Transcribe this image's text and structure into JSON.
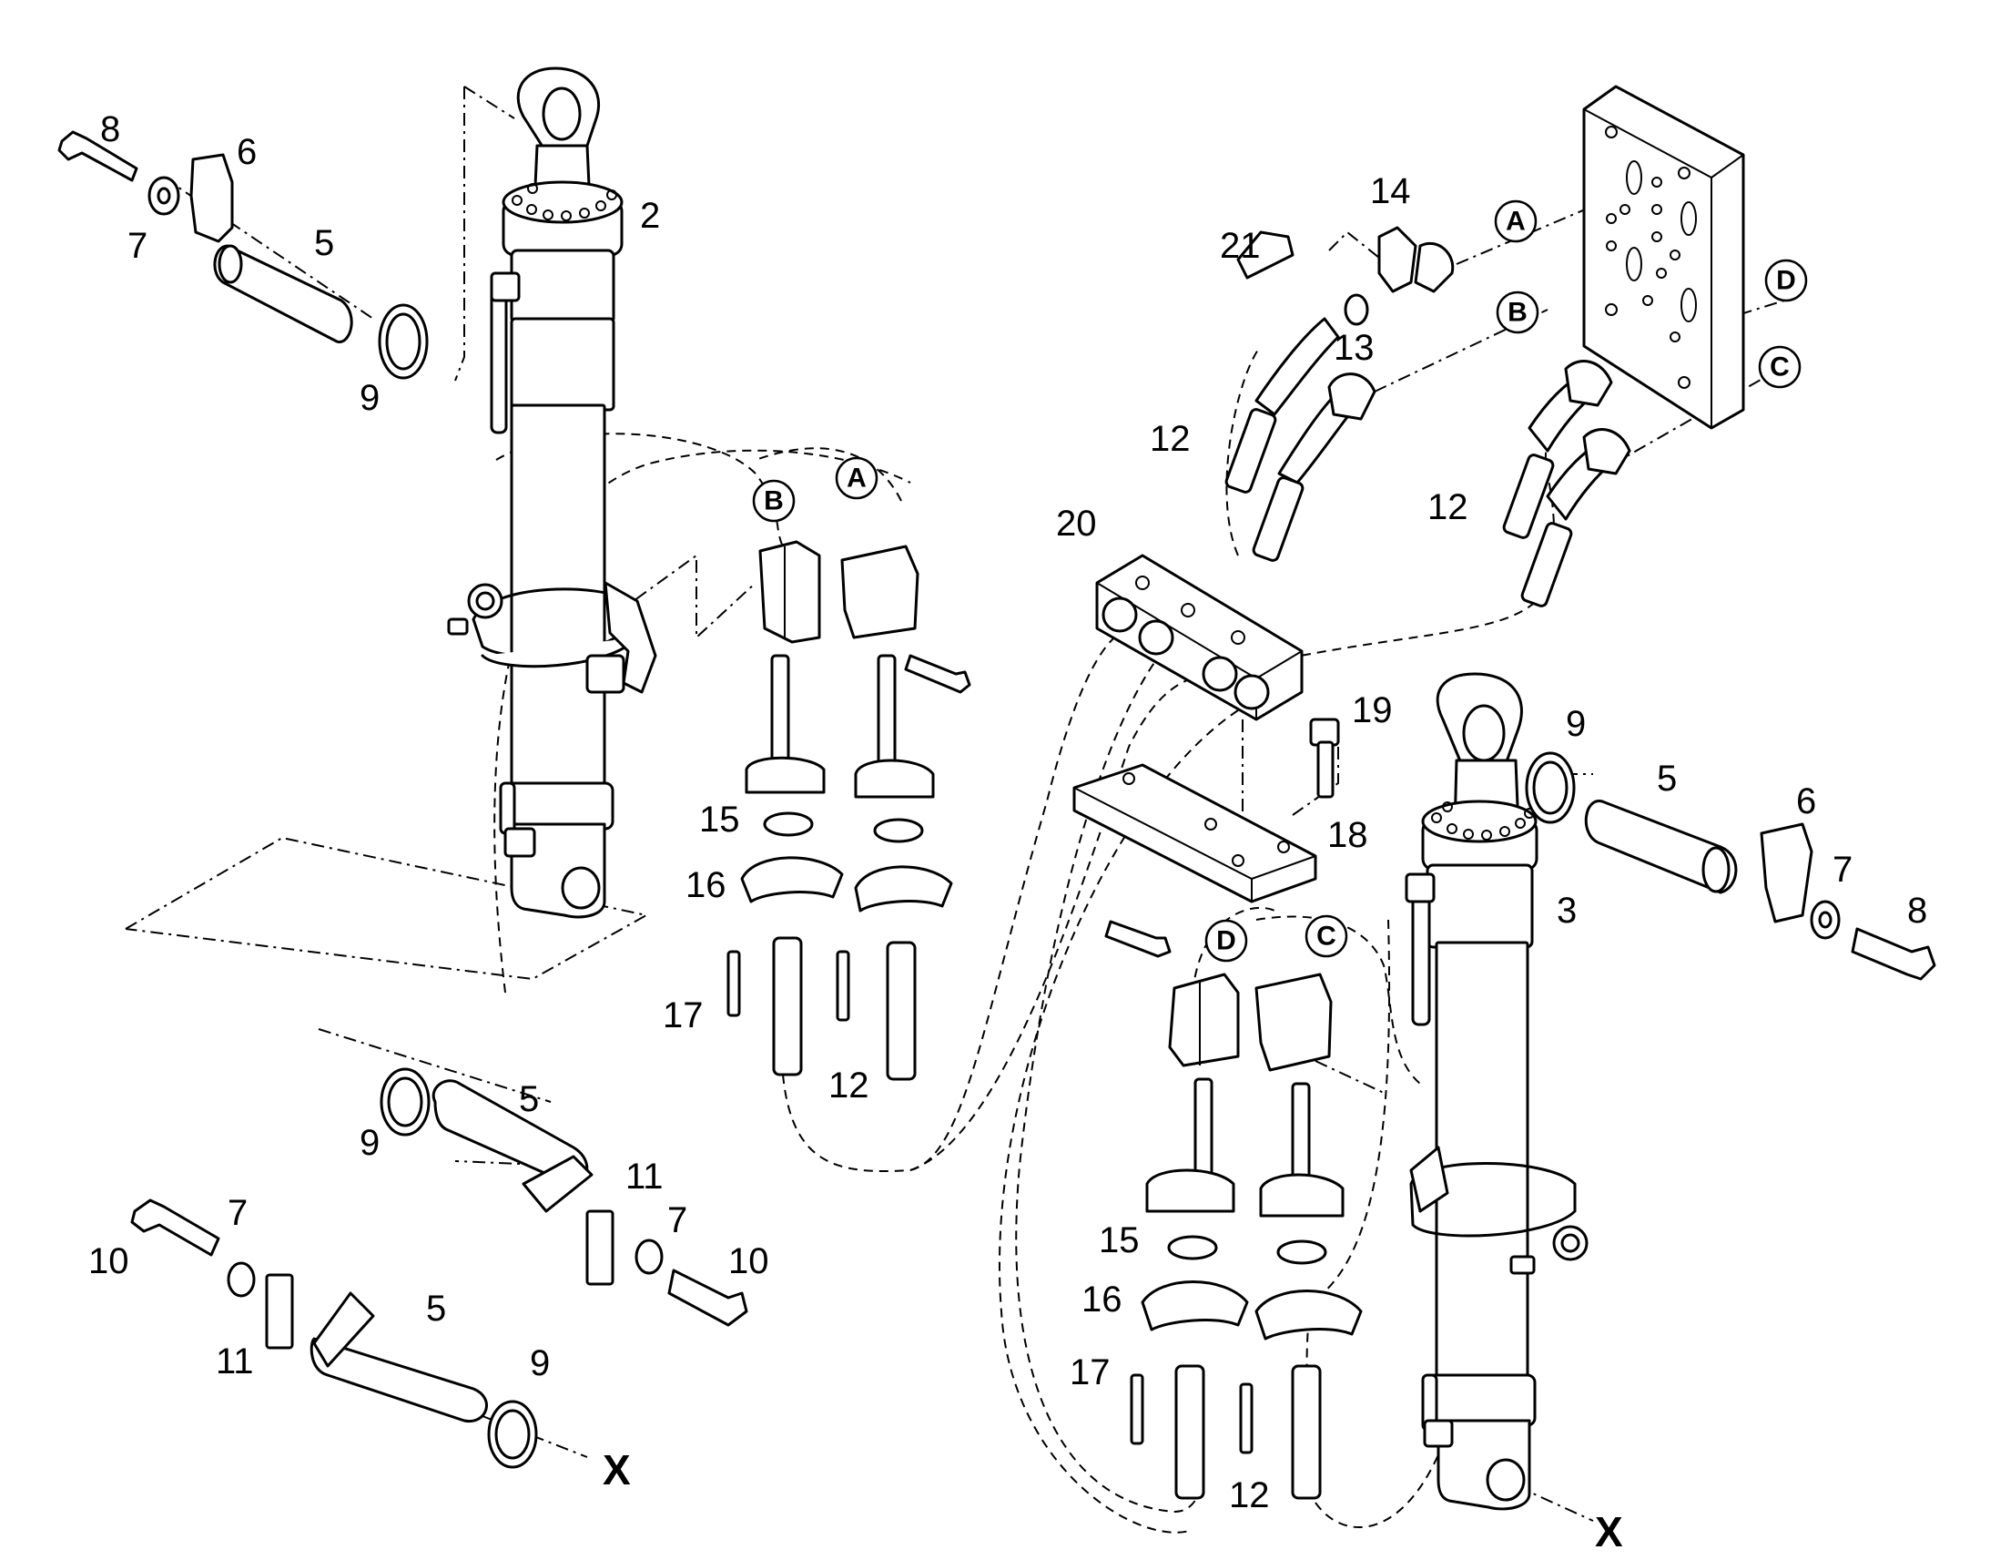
{
  "diagram": {
    "part_labels": [
      {
        "id": "p8a",
        "text": "8"
      },
      {
        "id": "p6a",
        "text": "6"
      },
      {
        "id": "p7a",
        "text": "7"
      },
      {
        "id": "p5a",
        "text": "5"
      },
      {
        "id": "p9a",
        "text": "9"
      },
      {
        "id": "p2",
        "text": "2"
      },
      {
        "id": "p14",
        "text": "14"
      },
      {
        "id": "p21",
        "text": "21"
      },
      {
        "id": "p13",
        "text": "13"
      },
      {
        "id": "p12a",
        "text": "12"
      },
      {
        "id": "p12b",
        "text": "12"
      },
      {
        "id": "p20",
        "text": "20"
      },
      {
        "id": "p19",
        "text": "19"
      },
      {
        "id": "p18",
        "text": "18"
      },
      {
        "id": "p9b",
        "text": "9"
      },
      {
        "id": "p5b",
        "text": "5"
      },
      {
        "id": "p6b",
        "text": "6"
      },
      {
        "id": "p7b",
        "text": "7"
      },
      {
        "id": "p8b",
        "text": "8"
      },
      {
        "id": "p3",
        "text": "3"
      },
      {
        "id": "p15a",
        "text": "15"
      },
      {
        "id": "p16a",
        "text": "16"
      },
      {
        "id": "p17a",
        "text": "17"
      },
      {
        "id": "p12c",
        "text": "12"
      },
      {
        "id": "p5c",
        "text": "5"
      },
      {
        "id": "p9c",
        "text": "9"
      },
      {
        "id": "p11a",
        "text": "11"
      },
      {
        "id": "p7c",
        "text": "7"
      },
      {
        "id": "p7d",
        "text": "7"
      },
      {
        "id": "p10a",
        "text": "10"
      },
      {
        "id": "p10b",
        "text": "10"
      },
      {
        "id": "p11b",
        "text": "11"
      },
      {
        "id": "p5d",
        "text": "5"
      },
      {
        "id": "p9d",
        "text": "9"
      },
      {
        "id": "p15b",
        "text": "15"
      },
      {
        "id": "p16b",
        "text": "16"
      },
      {
        "id": "p17b",
        "text": "17"
      },
      {
        "id": "p12d",
        "text": "12"
      }
    ],
    "connector_labels": [
      {
        "id": "cA1",
        "text": "A"
      },
      {
        "id": "cB1",
        "text": "B"
      },
      {
        "id": "cD1",
        "text": "D"
      },
      {
        "id": "cC1",
        "text": "C"
      },
      {
        "id": "cB2",
        "text": "B"
      },
      {
        "id": "cA2",
        "text": "A"
      },
      {
        "id": "cD2",
        "text": "D"
      },
      {
        "id": "cC2",
        "text": "C"
      }
    ],
    "x_markers": [
      {
        "id": "x1",
        "text": "X"
      },
      {
        "id": "x2",
        "text": "X"
      }
    ]
  }
}
